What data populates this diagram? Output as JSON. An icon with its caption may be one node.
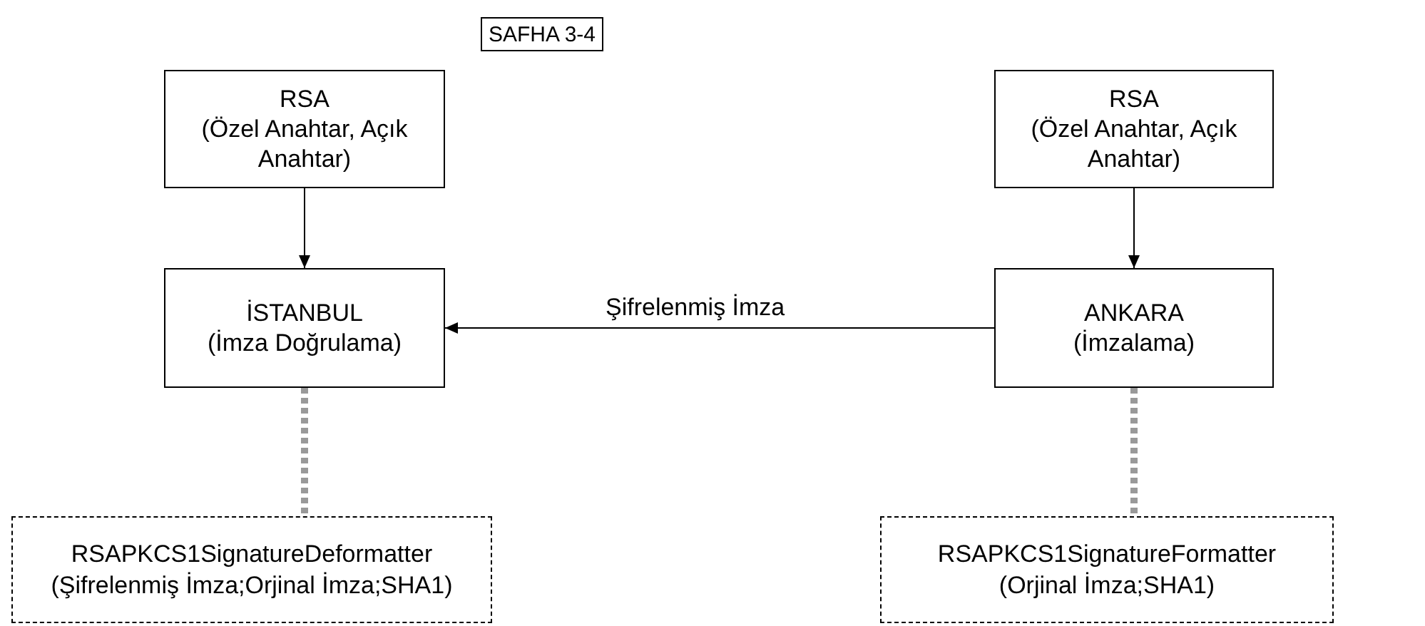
{
  "diagram": {
    "title": "SAFHA 3-4",
    "nodes": [
      {
        "text": [
          "RSA",
          "(Özel Anahtar, Açık Anahtar)"
        ]
      },
      {
        "text": [
          "RSA",
          "(Özel Anahtar, Açık Anahtar)"
        ]
      },
      {
        "text": [
          "İSTANBUL",
          "(İmza Doğrulama)"
        ]
      },
      {
        "text": [
          "ANKARA",
          "(İmzalama)"
        ]
      },
      {
        "text": [
          "RSAPKCS1SignatureDeformatter",
          "(Şifrelenmiş İmza;Orjinal İmza;SHA1)"
        ]
      },
      {
        "text": [
          "RSAPKCS1SignatureFormatter",
          "(Orjinal İmza;SHA1)"
        ]
      }
    ],
    "edges": [
      {
        "from": 0,
        "to": 2,
        "arrow": "to"
      },
      {
        "from": 1,
        "to": 3,
        "arrow": "to"
      },
      {
        "from": 3,
        "to": 2,
        "arrow": "to",
        "label": "Şifrelenmiş İmza"
      },
      {
        "from": 2,
        "to": 4,
        "arrow": "none",
        "style": "dashed",
        "color": "#999999"
      },
      {
        "from": 3,
        "to": 5,
        "arrow": "none",
        "style": "dashed",
        "color": "#999999"
      }
    ]
  }
}
